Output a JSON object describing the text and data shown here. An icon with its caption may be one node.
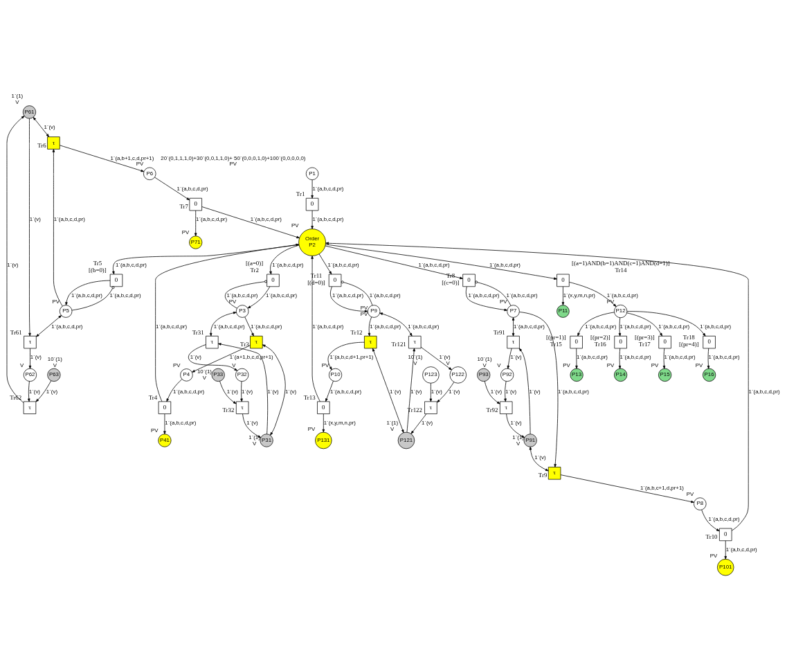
{
  "diagram": {
    "nodes": [
      {
        "text": [
          "P61"
        ],
        "beside": [
          "1`(1)",
          "V"
        ]
      },
      {
        "text": [
          "τ"
        ],
        "beside": [
          "Tr61"
        ]
      },
      {
        "text": [
          "P62"
        ],
        "beside": [
          "V"
        ]
      },
      {
        "text": [
          "τ"
        ],
        "beside": [
          "Tr62"
        ]
      },
      {
        "text": [
          "P63"
        ],
        "beside": [
          "10`(1)",
          "V"
        ]
      },
      {
        "text": [
          "P91"
        ],
        "beside": [
          "1`(1)",
          "V"
        ]
      },
      {
        "text": [
          "τ"
        ],
        "beside": [
          "Tr91"
        ]
      },
      {
        "text": [
          "P92"
        ],
        "beside": [
          "V"
        ]
      },
      {
        "text": [
          "τ"
        ],
        "beside": [
          "Tr92"
        ]
      },
      {
        "text": [
          "P93"
        ],
        "beside": [
          "10`(1)",
          "V"
        ]
      },
      {
        "text": [
          "τ"
        ],
        "beside": [
          "Tr6"
        ]
      },
      {
        "text": [
          "P6"
        ],
        "beside": [
          "PV"
        ]
      },
      {
        "text": [
          "P8"
        ],
        "beside": [
          "PV"
        ]
      },
      {
        "text": [
          "τ"
        ],
        "beside": [
          "Tr9"
        ]
      },
      {
        "text": [
          "P13"
        ],
        "beside": [
          "PV"
        ]
      },
      {
        "text": [
          "P71"
        ],
        "beside": [
          "PV"
        ]
      },
      {
        "text": [
          "P101"
        ],
        "beside": [
          "PV"
        ]
      },
      {
        "text": [
          "P5"
        ],
        "beside": [
          "PV"
        ]
      },
      {
        "text": [
          "0"
        ],
        "beside": [
          "Tr5",
          "[(b=0)]"
        ]
      },
      {
        "text": [
          "0"
        ],
        "beside": [
          "Tr7"
        ]
      },
      {
        "text": [
          "0"
        ],
        "beside": [
          "Tr10"
        ]
      },
      {
        "text": [
          "0"
        ],
        "beside": [
          "Tr8",
          "[(c=0)]"
        ]
      },
      {
        "text": [
          "P7"
        ],
        "beside": [
          "PV"
        ]
      },
      {
        "text": [
          "0"
        ],
        "beside": [
          "[(pr=1)]",
          "Tr15"
        ]
      },
      {
        "text": [
          "0"
        ],
        "beside": [
          "[(pr=2)]",
          "Tr16"
        ]
      },
      {
        "text": [
          "P14"
        ],
        "beside": [
          "PV"
        ]
      },
      {
        "text": [
          "P1"
        ],
        "beside": [
          "20`(0,1,1,1,0)+30`(0,0,1,1,0)+ 50`(0,0,0,1,0)+100`(0,0,0,0,0)",
          "PV"
        ]
      },
      {
        "text": [
          "0"
        ],
        "beside": [
          "Tr1"
        ]
      },
      {
        "text": [
          "Order",
          "P2"
        ],
        "beside": [
          "PV"
        ]
      },
      {
        "text": [
          "0"
        ],
        "beside": [
          "[(a=1)AND(b=1)AND(c=1)AND(d=1)]",
          "Tr14"
        ]
      },
      {
        "text": [
          "P12"
        ],
        "beside": [
          "PV"
        ]
      },
      {
        "text": [
          "P11"
        ]
      },
      {
        "text": [
          "0"
        ],
        "beside": [
          "[(pr=3)]",
          "Tr17"
        ]
      },
      {
        "text": [
          "P15"
        ],
        "beside": [
          "PV"
        ]
      },
      {
        "text": [
          "P3"
        ],
        "beside": [
          "PV"
        ]
      },
      {
        "text": [
          "0"
        ],
        "beside": [
          "[(a=0)]",
          "Tr2"
        ]
      },
      {
        "text": [
          "0"
        ],
        "beside": [
          "Tr4"
        ]
      },
      {
        "text": [
          "0"
        ],
        "beside": [
          "Tr13"
        ]
      },
      {
        "text": [
          "0"
        ],
        "beside": [
          "Tr11",
          "[(d=0)]"
        ]
      },
      {
        "text": [
          "P9"
        ],
        "beside": [
          "PV",
          "PV"
        ]
      },
      {
        "text": [
          "0"
        ],
        "beside": [
          "Tr18",
          "[(pr=4)]"
        ]
      },
      {
        "text": [
          "P41"
        ],
        "beside": [
          "PV"
        ]
      },
      {
        "text": [
          "P131"
        ],
        "beside": [
          "PV"
        ]
      },
      {
        "text": [
          "P16"
        ],
        "beside": [
          "PV"
        ]
      },
      {
        "text": [
          "τ"
        ],
        "beside": [
          "Tr3"
        ]
      },
      {
        "text": [
          "P4"
        ],
        "beside": [
          "PV"
        ]
      },
      {
        "text": [
          "P10"
        ],
        "beside": [
          "PV"
        ]
      },
      {
        "text": [
          "τ"
        ],
        "beside": [
          "Tr12"
        ]
      },
      {
        "text": [
          "P31"
        ],
        "beside": [
          "1`(1)",
          "V"
        ]
      },
      {
        "text": [
          "τ"
        ],
        "beside": [
          "Tr31"
        ]
      },
      {
        "text": [
          "P32"
        ],
        "beside": [
          "V"
        ]
      },
      {
        "text": [
          "τ"
        ],
        "beside": [
          "Tr32"
        ]
      },
      {
        "text": [
          "P33"
        ],
        "beside": [
          "10`(1)",
          "V"
        ]
      },
      {
        "text": [
          "P121"
        ],
        "beside": [
          "1`(1)",
          "V"
        ]
      },
      {
        "text": [
          "τ"
        ],
        "beside": [
          "Tr121"
        ]
      },
      {
        "text": [
          "P122"
        ],
        "beside": [
          "V"
        ]
      },
      {
        "text": [
          "τ"
        ],
        "beside": [
          "Tr122"
        ]
      },
      {
        "text": [
          "P123"
        ],
        "beside": [
          "10`(1)",
          "V"
        ]
      }
    ],
    "edges": [
      {
        "from": 0,
        "to": 1,
        "arrow": "to",
        "label": "1`(v)"
      },
      {
        "from": 1,
        "to": 2,
        "arrow": "to",
        "label": "1`(v)"
      },
      {
        "from": 2,
        "to": 3,
        "arrow": "to",
        "label": "1`(v)"
      },
      {
        "from": 4,
        "to": 3,
        "arrow": "to",
        "label": "1`(v)"
      },
      {
        "from": 3,
        "to": 0,
        "arrow": "to",
        "label": "1`(v)"
      },
      {
        "from": 0,
        "to": 10,
        "arrow": "both",
        "label": "1`(v)"
      },
      {
        "from": 17,
        "to": 1,
        "arrow": "both",
        "label": "1`(a,b,c,d,pr)"
      },
      {
        "from": 5,
        "to": 6,
        "arrow": "to",
        "label": "1`(v)"
      },
      {
        "from": 6,
        "to": 7,
        "arrow": "to",
        "label": "1`(v)"
      },
      {
        "from": 7,
        "to": 8,
        "arrow": "to",
        "label": "1`(v)"
      },
      {
        "from": 9,
        "to": 8,
        "arrow": "to",
        "label": "1`(v)"
      },
      {
        "from": 8,
        "to": 5,
        "arrow": "to",
        "label": "1`(v)"
      },
      {
        "from": 5,
        "to": 13,
        "arrow": "both",
        "label": "1`(v)"
      },
      {
        "from": 22,
        "to": 6,
        "arrow": "both",
        "label": "1`(a,b,c,d,pr)"
      },
      {
        "from": 10,
        "to": 11,
        "arrow": "to",
        "label": "1`(a,b+1,c,d,pr+1)"
      },
      {
        "from": 17,
        "to": 10,
        "arrow": "to",
        "label": "1`(a,b,c,d,pr)"
      },
      {
        "from": 13,
        "to": 12,
        "arrow": "to",
        "label": "1`(a,b,c+1,d,pr+1)"
      },
      {
        "from": 22,
        "to": 13,
        "arrow": "to",
        "label": "1`(a,b,c,d,pr)"
      },
      {
        "from": 11,
        "to": 19,
        "arrow": "to",
        "label": "1`(a,b,c,d,pr)"
      },
      {
        "from": 19,
        "to": 15,
        "arrow": "to",
        "label": "1`(a,b,c,d,pr)"
      },
      {
        "from": 19,
        "to": 28,
        "arrow": "to",
        "label": "1`(a,b,c,d,pr)"
      },
      {
        "from": 12,
        "to": 20,
        "arrow": "to",
        "label": "1`(a,b,c,d,pr)"
      },
      {
        "from": 20,
        "to": 16,
        "arrow": "to",
        "label": "1`(a,b,c,d,pr)"
      },
      {
        "from": 20,
        "to": 28,
        "arrow": "to",
        "label": "1`(a,b,c,d,pr)"
      },
      {
        "from": 28,
        "to": 18,
        "arrow": "to",
        "label": "1`(a,b,c,d,pr)"
      },
      {
        "from": 18,
        "to": 17,
        "arrow": "to",
        "label": "1`(a,b,c,d,pr)"
      },
      {
        "from": 17,
        "to": 18,
        "arrow": "other",
        "label": "1`(a,b,c,d,pr)"
      },
      {
        "from": 28,
        "to": 21,
        "arrow": "to",
        "label": "1`(a,b,c,d,pr)"
      },
      {
        "from": 21,
        "to": 22,
        "arrow": "to",
        "label": "1`(a,b,c,d,pr)"
      },
      {
        "from": 22,
        "to": 21,
        "arrow": "other",
        "label": "1`(a,b,c,d,pr)"
      },
      {
        "from": 30,
        "to": 23,
        "arrow": "to",
        "label": "1`(a,b,c,d,pr)"
      },
      {
        "from": 23,
        "to": 14,
        "arrow": "to",
        "label": "1`(a,b,c,d,pr)"
      },
      {
        "from": 30,
        "to": 24,
        "arrow": "to",
        "label": "1`(a,b,c,d,pr)"
      },
      {
        "from": 24,
        "to": 25,
        "arrow": "to",
        "label": "1`(a,b,c,d,pr)"
      },
      {
        "from": 26,
        "to": 27,
        "arrow": "to",
        "label": "1`(a,b,c,d,pr)"
      },
      {
        "from": 27,
        "to": 28,
        "arrow": "to",
        "label": "1`(a,b,c,d,pr)"
      },
      {
        "from": 28,
        "to": 29,
        "arrow": "to",
        "label": "1`(a,b,c,d,pr)"
      },
      {
        "from": 29,
        "to": 30,
        "arrow": "to",
        "label": "1`(a,b,c,d,pr)"
      },
      {
        "from": 29,
        "to": 31,
        "arrow": "to",
        "label": "1`(x,y,m,n,pr)"
      },
      {
        "from": 30,
        "to": 32,
        "arrow": "to",
        "label": "1`(a,b,c,d,pr)"
      },
      {
        "from": 32,
        "to": 33,
        "arrow": "to",
        "label": "1`(a,b,c,d,pr)"
      },
      {
        "from": 30,
        "to": 40,
        "arrow": "to",
        "label": "1`(a,b,c,d,pr)"
      },
      {
        "from": 40,
        "to": 43,
        "arrow": "to",
        "label": "1`(a,b,c,d,pr)"
      },
      {
        "from": 28,
        "to": 35,
        "arrow": "to",
        "label": "1`(a,b,c,d,pr)"
      },
      {
        "from": 35,
        "to": 34,
        "arrow": "to",
        "label": "1`(a,b,c,d,pr)"
      },
      {
        "from": 34,
        "to": 35,
        "arrow": "other",
        "label": "1`(a,b,c,d,pr)"
      },
      {
        "from": 36,
        "to": 28,
        "arrow": "to",
        "label": "1`(a,b,c,d,pr)"
      },
      {
        "from": 36,
        "to": 41,
        "arrow": "to",
        "label": "1`(a,b,c,d,pr)"
      },
      {
        "from": 37,
        "to": 28,
        "arrow": "to",
        "label": "1`(a,b,c,d,pr)"
      },
      {
        "from": 37,
        "to": 42,
        "arrow": "to",
        "label": "1`(x,y,m,n,pr)"
      },
      {
        "from": 28,
        "to": 38,
        "arrow": "to",
        "label": "1`(a,b,c,d,pr)"
      },
      {
        "from": 38,
        "to": 39,
        "arrow": "to",
        "label": "1`(a,b,c,d,pr)"
      },
      {
        "from": 39,
        "to": 38,
        "arrow": "other",
        "label": "1`(a,b,c,d,pr)"
      },
      {
        "from": 34,
        "to": 44,
        "arrow": "to",
        "label": "1`(a,b,c,d,pr)"
      },
      {
        "from": 44,
        "to": 45,
        "arrow": "to",
        "label": "1`(a+1,b,c,d,pr+1)"
      },
      {
        "from": 45,
        "to": 36,
        "arrow": "to",
        "label": "1`(a,b,c,d,pr)"
      },
      {
        "from": 46,
        "to": 37,
        "arrow": "to",
        "label": "1`(a,b,c,d,pr)"
      },
      {
        "from": 47,
        "to": 46,
        "arrow": "to",
        "label": "1`(a,b,c,d+1,pr+1)"
      },
      {
        "from": 39,
        "to": 47,
        "arrow": "to",
        "label": "1`(a,b,c,d,pr)"
      },
      {
        "from": 44,
        "to": 48,
        "arrow": "both",
        "label": "1`(v)"
      },
      {
        "from": 48,
        "to": 49,
        "arrow": "to",
        "label": "1`(v)"
      },
      {
        "from": 49,
        "to": 50,
        "arrow": "to",
        "label": "1`(v)"
      },
      {
        "from": 50,
        "to": 51,
        "arrow": "to",
        "label": "1`(v)"
      },
      {
        "from": 52,
        "to": 51,
        "arrow": "to",
        "label": "1`(v)"
      },
      {
        "from": 51,
        "to": 48,
        "arrow": "to",
        "label": "1`(v)"
      },
      {
        "from": 34,
        "to": 49,
        "arrow": "both",
        "label": "1`(a,b,c,d,pr)"
      },
      {
        "from": 47,
        "to": 53,
        "arrow": "both",
        "label": "1`(v)"
      },
      {
        "from": 53,
        "to": 54,
        "arrow": "to",
        "label": "1`(v)"
      },
      {
        "from": 54,
        "to": 55,
        "arrow": "to",
        "label": "1`(v)"
      },
      {
        "from": 55,
        "to": 56,
        "arrow": "to",
        "label": "1`(v)"
      },
      {
        "from": 57,
        "to": 56,
        "arrow": "to",
        "label": "1`(v)"
      },
      {
        "from": 56,
        "to": 53,
        "arrow": "to",
        "label": "1`(v)"
      },
      {
        "from": 39,
        "to": 54,
        "arrow": "both",
        "label": "1`(a,b,c,d,pr)"
      }
    ]
  }
}
